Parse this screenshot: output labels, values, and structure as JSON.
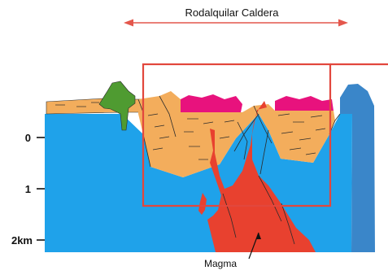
{
  "title": "Rodalquilar Caldera",
  "magma_label": "Magma",
  "depth_labels": [
    "0",
    "1",
    "2km"
  ],
  "colors": {
    "arrow_red": "#e4574c",
    "box_red": "#e2473d",
    "crust_blue": "#1fa2ea",
    "wall_blue": "#3a86c9",
    "volcanic_tan": "#f3ad5c",
    "cap_magenta": "#e8127d",
    "cone_green": "#4f9b31",
    "magma_red": "#e8412f",
    "line_dark": "#2b2b2b"
  }
}
